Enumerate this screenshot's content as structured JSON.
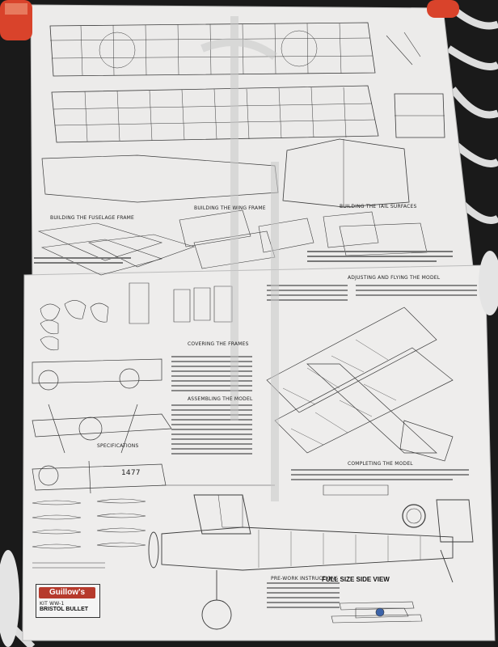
{
  "plan": {
    "brand": "Guillow's",
    "model_name": "BRISTOL BULLET",
    "kit_number": "KIT WW-1",
    "side_view_title": "FULL SIZE SIDE VIEW",
    "section_fuselage": "BUILDING THE FUSELAGE FRAME",
    "section_wing": "BUILDING THE WING FRAME",
    "section_tail": "BUILDING THE TAIL SURFACES",
    "section_covering": "COVERING THE FRAMES",
    "section_assembling": "ASSEMBLING THE MODEL",
    "section_adjusting": "ADJUSTING AND FLYING THE MODEL",
    "section_completing": "COMPLETING THE MODEL",
    "section_preworking": "PRE-WORK INSTRUCTIONS",
    "label_specifications": "SPECIFICATIONS",
    "serial": "1477"
  },
  "colors": {
    "paper": "#ecebea",
    "ink": "#2a2a2a",
    "background": "#1c1c1c",
    "paint_cap": "#d9432b",
    "brand_red": "#b63a2c"
  }
}
